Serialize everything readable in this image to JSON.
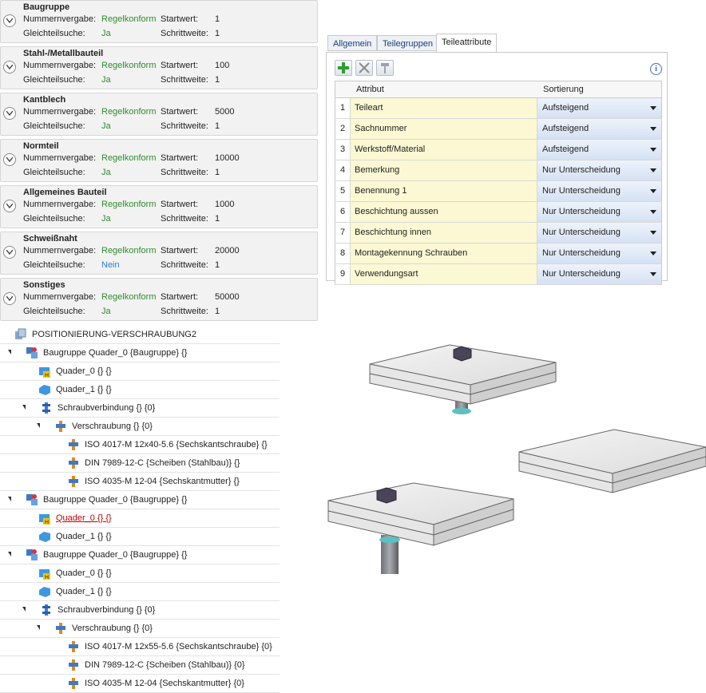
{
  "cards": [
    {
      "title": "Baugruppe",
      "numbering_label": "Nummernvergabe:",
      "numbering_value": "Regelkonform",
      "start_label": "Startwert:",
      "start_value": "1",
      "same_label": "Gleichteilsuche:",
      "same_value": "Ja",
      "step_label": "Schrittweite:",
      "step_value": "1"
    },
    {
      "title": "Stahl-/Metallbauteil",
      "numbering_label": "Nummernvergabe:",
      "numbering_value": "Regelkonform",
      "start_label": "Startwert:",
      "start_value": "100",
      "same_label": "Gleichteilsuche:",
      "same_value": "Ja",
      "step_label": "Schrittweite:",
      "step_value": "1"
    },
    {
      "title": "Kantblech",
      "numbering_label": "Nummernvergabe:",
      "numbering_value": "Regelkonform",
      "start_label": "Startwert:",
      "start_value": "5000",
      "same_label": "Gleichteilsuche:",
      "same_value": "Ja",
      "step_label": "Schrittweite:",
      "step_value": "1"
    },
    {
      "title": "Normteil",
      "numbering_label": "Nummernvergabe:",
      "numbering_value": "Regelkonform",
      "start_label": "Startwert:",
      "start_value": "10000",
      "same_label": "Gleichteilsuche:",
      "same_value": "Ja",
      "step_label": "Schrittweite:",
      "step_value": "1"
    },
    {
      "title": "Allgemeines Bauteil",
      "numbering_label": "Nummernvergabe:",
      "numbering_value": "Regelkonform",
      "start_label": "Startwert:",
      "start_value": "1000",
      "same_label": "Gleichteilsuche:",
      "same_value": "Ja",
      "step_label": "Schrittweite:",
      "step_value": "1"
    },
    {
      "title": "Schweißnaht",
      "numbering_label": "Nummernvergabe:",
      "numbering_value": "Regelkonform",
      "start_label": "Startwert:",
      "start_value": "20000",
      "same_label": "Gleichteilsuche:",
      "same_value": "Nein",
      "step_label": "Schrittweite:",
      "step_value": "1"
    },
    {
      "title": "Sonstiges",
      "numbering_label": "Nummernvergabe:",
      "numbering_value": "Regelkonform",
      "start_label": "Startwert:",
      "start_value": "50000",
      "same_label": "Gleichteilsuche:",
      "same_value": "Ja",
      "step_label": "Schrittweite:",
      "step_value": "1"
    }
  ],
  "panel": {
    "tabs": [
      "Allgemein",
      "Teilegruppen",
      "Teileattribute"
    ],
    "active_tab": "Teileattribute",
    "toolbar": {
      "add_icon": "plus-icon",
      "delete_icon": "delete-icon",
      "pin_icon": "pin-icon",
      "info_icon": "info-icon",
      "info_glyph": "i"
    },
    "columns": {
      "attribute": "Attribut",
      "sort": "Sortierung"
    },
    "rows": [
      {
        "n": "1",
        "attribute": "Teileart",
        "sort": "Aufsteigend"
      },
      {
        "n": "2",
        "attribute": "Sachnummer",
        "sort": "Aufsteigend"
      },
      {
        "n": "3",
        "attribute": "Werkstoff/Material",
        "sort": "Aufsteigend"
      },
      {
        "n": "4",
        "attribute": "Bemerkung",
        "sort": "Nur Unterscheidung"
      },
      {
        "n": "5",
        "attribute": "Benennung 1",
        "sort": "Nur Unterscheidung"
      },
      {
        "n": "6",
        "attribute": "Beschichtung aussen",
        "sort": "Nur Unterscheidung"
      },
      {
        "n": "7",
        "attribute": "Beschichtung innen",
        "sort": "Nur Unterscheidung"
      },
      {
        "n": "8",
        "attribute": "Montagekennung Schrauben",
        "sort": "Nur Unterscheidung"
      },
      {
        "n": "9",
        "attribute": "Verwendungsart",
        "sort": "Nur Unterscheidung"
      }
    ]
  },
  "tree": [
    {
      "text": "POSITIONIERUNG-VERSCHRAUBUNG2",
      "icon": "model-icon",
      "expander": false
    },
    {
      "text": "Baugruppe Quader_0 {Baugruppe} {}",
      "icon": "assembly-icon",
      "expander": true
    },
    {
      "text": "Quader_0 {} {}",
      "icon": "main-part-icon",
      "expander": false
    },
    {
      "text": "Quader_1 {} {}",
      "icon": "part-icon",
      "expander": false
    },
    {
      "text": "Schraubverbindung {} {0}",
      "icon": "bolt-connection-icon",
      "expander": true
    },
    {
      "text": "Verschraubung  {} {0}",
      "icon": "screw-fitting-icon",
      "expander": true
    },
    {
      "text": "ISO 4017-M 12x40-5.6 {Sechskantschraube} {}",
      "icon": "standard-part-icon",
      "expander": false
    },
    {
      "text": "DIN 7989-12-C {Scheiben (Stahlbau)} {}",
      "icon": "standard-part-icon",
      "expander": false
    },
    {
      "text": "ISO 4035-M 12-04 {Sechskantmutter} {}",
      "icon": "standard-part-icon",
      "expander": false
    },
    {
      "text": "Baugruppe Quader_0 {Baugruppe} {}",
      "icon": "assembly-icon",
      "expander": true
    },
    {
      "text": "Quader_0 {} {}",
      "icon": "main-part-icon",
      "expander": false,
      "selected": true
    },
    {
      "text": "Quader_1 {} {}",
      "icon": "part-icon",
      "expander": false
    },
    {
      "text": "Baugruppe Quader_0 {Baugruppe} {}",
      "icon": "assembly-icon",
      "expander": true
    },
    {
      "text": "Quader_0 {} {}",
      "icon": "main-part-icon",
      "expander": false
    },
    {
      "text": "Quader_1 {} {}",
      "icon": "part-icon",
      "expander": false
    },
    {
      "text": "Schraubverbindung {} {0}",
      "icon": "bolt-connection-icon",
      "expander": true
    },
    {
      "text": "Verschraubung  {} {0}",
      "icon": "screw-fitting-icon",
      "expander": true
    },
    {
      "text": "ISO 4017-M 12x55-5.6 {Sechskantschraube} {0}",
      "icon": "standard-part-icon",
      "expander": false
    },
    {
      "text": "DIN 7989-12-C {Scheiben (Stahlbau)} {0}",
      "icon": "standard-part-icon",
      "expander": false
    },
    {
      "text": "ISO 4035-M 12-04 {Sechskantmutter} {0}",
      "icon": "standard-part-icon",
      "expander": false
    }
  ],
  "colors": {
    "green_value": "#2e8b2e",
    "blue_value": "#2a7fd0",
    "selected_text": "#c00000",
    "attribute_cell": "#fbf8d3"
  }
}
